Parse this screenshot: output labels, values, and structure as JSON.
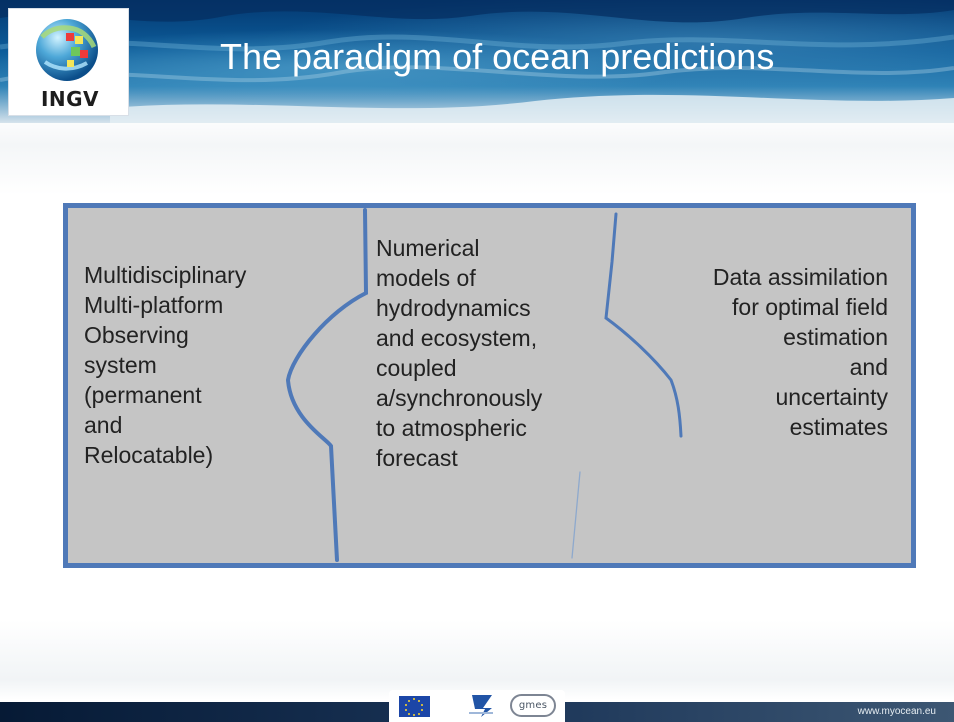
{
  "slide": {
    "title": "The paradigm of ocean predictions"
  },
  "logo": {
    "text": "INGV",
    "icon": "ingv-globe-icon"
  },
  "diagram": {
    "left_lines": [
      "Multidisciplinary",
      "Multi-platform",
      "Observing",
      "system",
      "(permanent",
      "and",
      "Relocatable)"
    ],
    "middle_lines": [
      "Numerical",
      "models of",
      "hydrodynamics",
      "and ecosystem,",
      "coupled",
      "a/synchronously",
      "to atmospheric",
      "forecast"
    ],
    "right_lines": [
      "Data assimilation",
      "for optimal field",
      "estimation",
      "and",
      "uncertainty",
      "estimates"
    ],
    "colors": {
      "border": "#4f79b8",
      "panel_fill": "#c5c5c5",
      "text": "#222222"
    }
  },
  "footer": {
    "url": "www.myocean.eu",
    "partner_logos": {
      "eu_flag": "eu-flag-icon",
      "fp7": "fp7-icon",
      "gmes": "gmes"
    }
  }
}
